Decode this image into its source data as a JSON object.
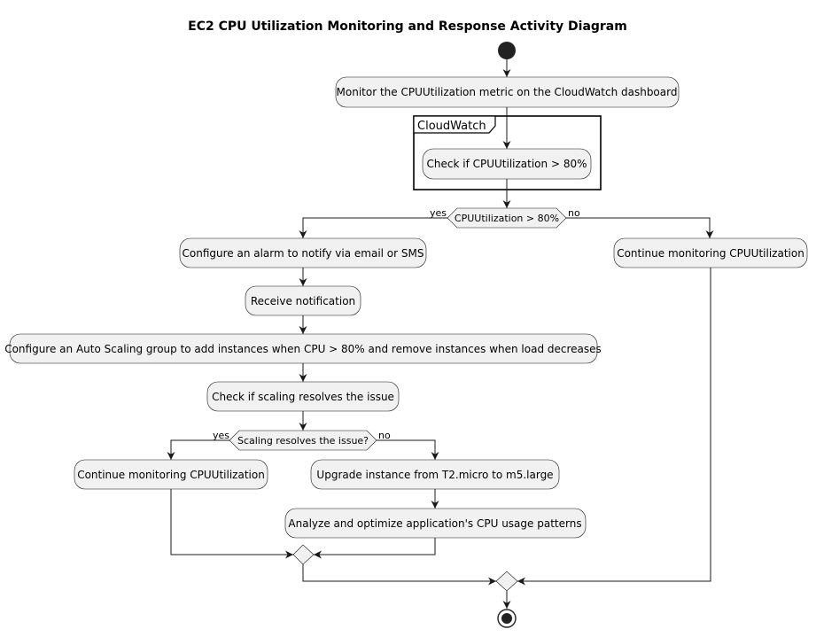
{
  "title": "EC2 CPU Utilization Monitoring and Response Activity Diagram",
  "frame": {
    "label": "CloudWatch"
  },
  "actions": {
    "monitor": "Monitor the CPUUtilization metric on the CloudWatch dashboard",
    "check_cpu": "Check if CPUUtilization > 80%",
    "configure_alarm": "Configure an alarm to notify via email or SMS",
    "receive_notification": "Receive notification",
    "configure_asg": "Configure an Auto Scaling group to add instances when CPU > 80% and remove instances when load decreases",
    "check_scaling": "Check if scaling resolves the issue",
    "continue_monitoring_inner": "Continue monitoring CPUUtilization",
    "upgrade_instance": "Upgrade instance from T2.micro to m5.large",
    "analyze": "Analyze and optimize application's CPU usage patterns",
    "continue_monitoring_outer": "Continue monitoring CPUUtilization"
  },
  "decisions": {
    "cpu_high": {
      "label": "CPUUtilization > 80%",
      "yes": "yes",
      "no": "no"
    },
    "scaling_resolves": {
      "label": "Scaling resolves the issue?",
      "yes": "yes",
      "no": "no"
    }
  },
  "colors": {
    "node_fill": "#f1f1f1",
    "stroke": "#181818",
    "start": "#222222"
  }
}
